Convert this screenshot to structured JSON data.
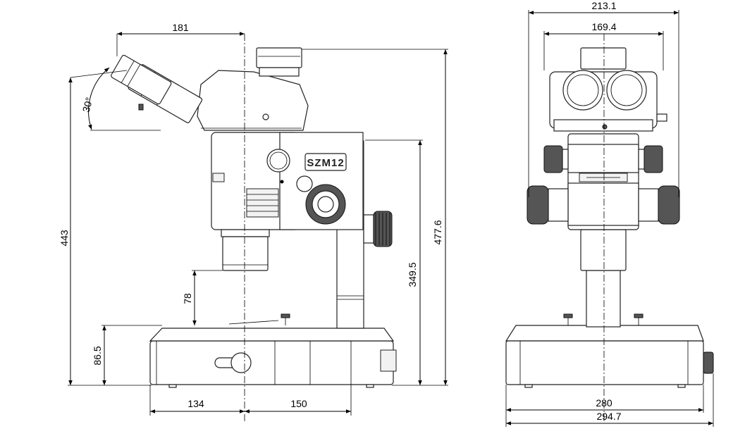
{
  "side_view": {
    "logo": "SZM12",
    "dims": {
      "eyepiece_offset": "181",
      "tilt_angle": "30°",
      "total_height": "443",
      "top_height": "477.6",
      "pillar_height": "349.5",
      "working_distance": "78",
      "base_height": "86.5",
      "base_front": "134",
      "base_back": "150"
    }
  },
  "front_view": {
    "dims": {
      "overall_width": "213.1",
      "head_width": "169.4",
      "base_width": "280",
      "total_width": "294.7"
    }
  }
}
